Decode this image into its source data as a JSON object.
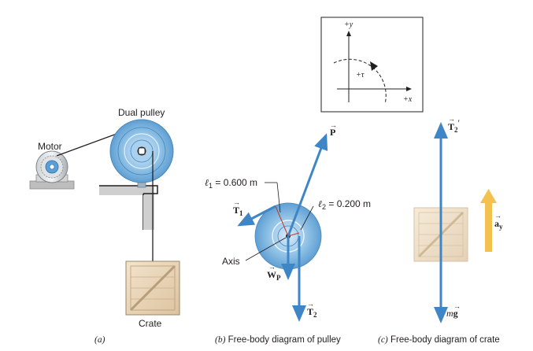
{
  "colors": {
    "vector_blue": "#3f86c6",
    "acceleration_yellow": "#f2c14e",
    "pulley_blue": "#6aa9d8",
    "crate_tan": "#ead8bd",
    "wall_gray": "#a9a9a9"
  },
  "panel_a": {
    "motor_label": "Motor",
    "pulley_label": "Dual pulley",
    "crate_label": "Crate",
    "caption": "(a)"
  },
  "axes_box": {
    "y_label": "+y",
    "x_label": "+x",
    "tau_label": "+τ"
  },
  "panel_b": {
    "p_label": "P",
    "t1_label": "T",
    "t1_sub": "1",
    "wp_label": "W",
    "wp_sub": "P",
    "t2_label": "T",
    "t2_sub": "2",
    "axis_label": "Axis",
    "l1_label": "ℓ",
    "l1_sub": "1",
    "l1_value": " = 0.600 m",
    "l2_label": "ℓ",
    "l2_sub": "2",
    "l2_value": " = 0.200 m",
    "caption_letter": "(b)",
    "caption_text": "Free-body diagram of pulley"
  },
  "panel_c": {
    "t2p_label": "T",
    "t2p_sub": "2",
    "t2p_prime": "′",
    "mg_m": "m",
    "mg_g": "g",
    "ay_label": "a",
    "ay_sub": "y",
    "caption_letter": "(c)",
    "caption_text": "Free-body diagram of crate"
  }
}
